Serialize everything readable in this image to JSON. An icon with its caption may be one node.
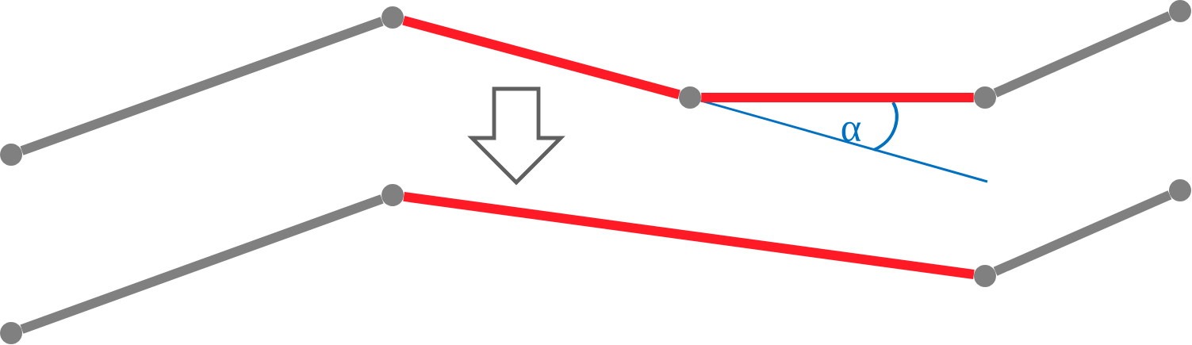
{
  "diagram": {
    "nodes": [
      {
        "text": [],
        "shape": "circle"
      },
      {
        "text": [],
        "shape": "circle"
      },
      {
        "text": [],
        "shape": "circle"
      },
      {
        "text": [],
        "shape": "circle"
      },
      {
        "text": [],
        "shape": "circle"
      },
      {
        "text": [],
        "shape": "circle"
      },
      {
        "text": [],
        "shape": "circle"
      },
      {
        "text": [],
        "shape": "circle"
      },
      {
        "text": [],
        "shape": "circle"
      }
    ],
    "edges": [
      {
        "from": 0,
        "to": 1,
        "arrow": "none"
      },
      {
        "from": 1,
        "to": 2,
        "arrow": "none",
        "color": "#ff1a25"
      },
      {
        "from": 2,
        "to": 3,
        "arrow": "none",
        "color": "#ff1a25"
      },
      {
        "from": 3,
        "to": 4,
        "arrow": "none"
      },
      {
        "from": 5,
        "to": 6,
        "arrow": "none"
      },
      {
        "from": 6,
        "to": 7,
        "arrow": "none",
        "color": "#ff1a25"
      },
      {
        "from": 7,
        "to": 8,
        "arrow": "none"
      }
    ],
    "labels": [
      "α"
    ]
  }
}
